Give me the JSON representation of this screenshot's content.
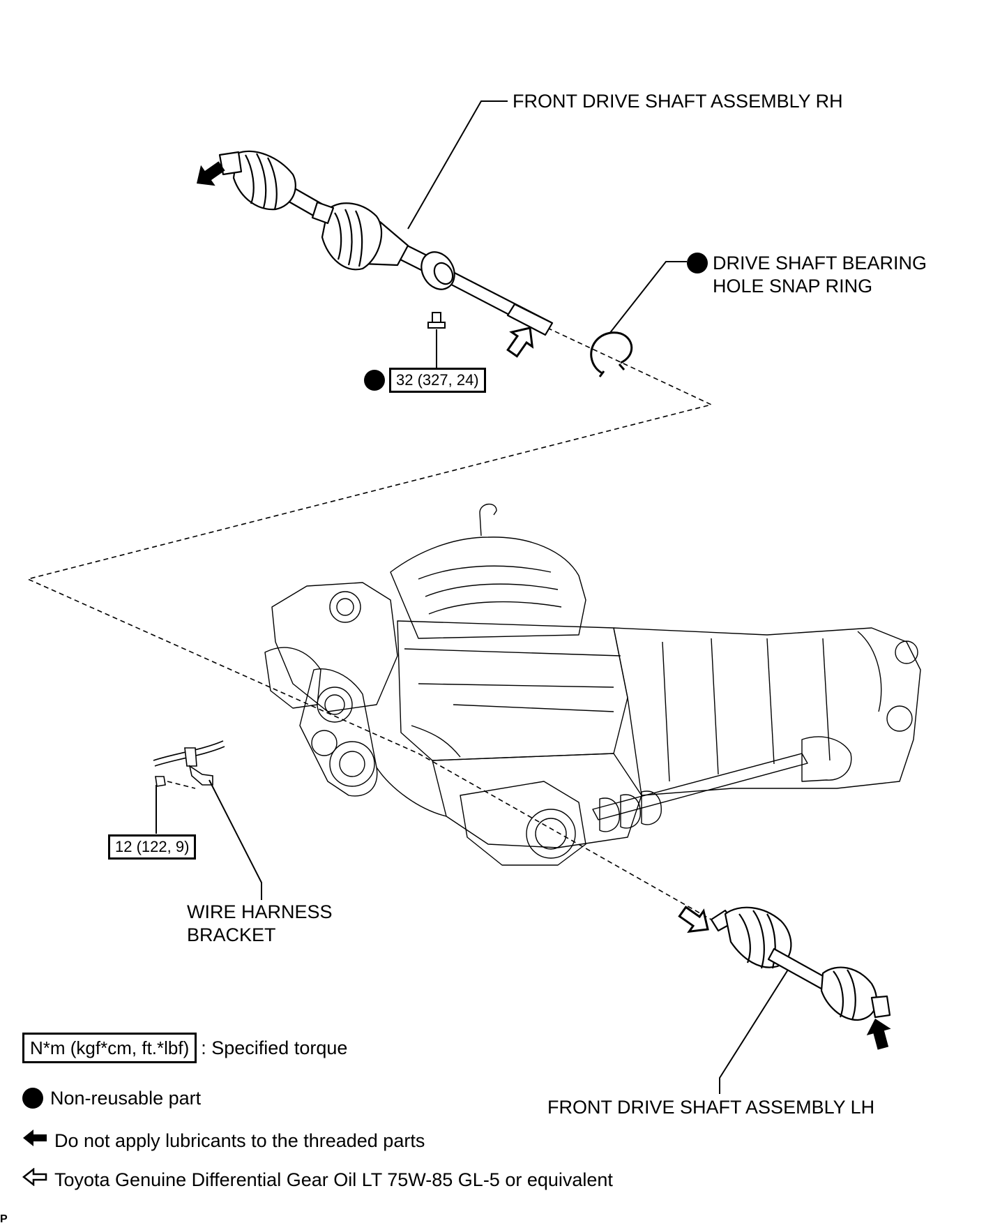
{
  "labels": {
    "rh_shaft": "FRONT DRIVE SHAFT ASSEMBLY RH",
    "snap_ring_line1": "DRIVE SHAFT BEARING",
    "snap_ring_line2": "HOLE SNAP RING",
    "wire_bracket_line1": "WIRE HARNESS",
    "wire_bracket_line2": "BRACKET",
    "lh_shaft": "FRONT DRIVE SHAFT ASSEMBLY LH"
  },
  "torques": {
    "bolt_rh": "32 (327, 24)",
    "bolt_bracket": "12 (122, 9)"
  },
  "legend": {
    "torque_box": "N*m (kgf*cm, ft.*lbf)",
    "torque_text": ": Specified torque",
    "non_reusable": "Non-reusable part",
    "no_lubricant": "Do not apply lubricants to the threaded parts",
    "gear_oil": "Toyota Genuine Differential Gear Oil LT 75W-85 GL-5 or equivalent"
  },
  "corner_mark": "P",
  "icons": {
    "non_reusable": "filled-circle-icon",
    "no_lubricant": "filled-arrow-icon",
    "gear_oil": "outline-arrow-icon"
  }
}
